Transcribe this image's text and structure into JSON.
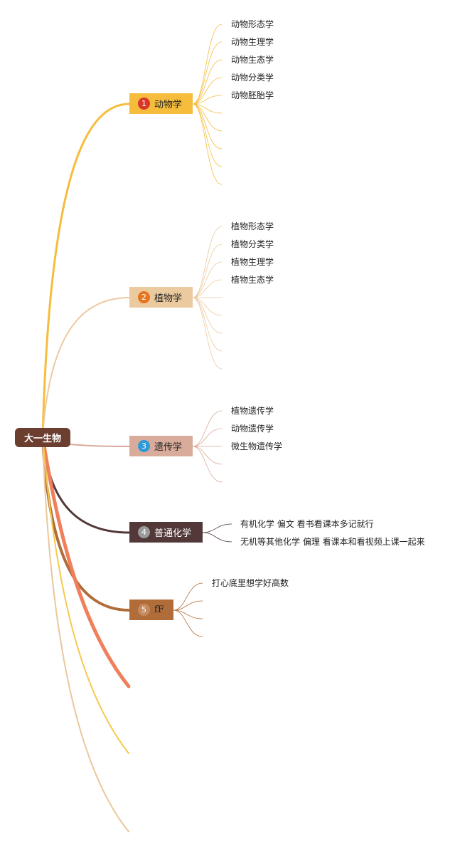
{
  "root": {
    "label": "大一生物"
  },
  "branches": [
    {
      "number": "1",
      "label": "动物学",
      "color": "#f6bd3c",
      "badge_color": "#d9362a",
      "leaves": [
        "动物形态学",
        "动物生理学",
        "动物生态学",
        "动物分类学",
        "动物胚胎学"
      ]
    },
    {
      "number": "2",
      "label": "植物学",
      "color": "#eccaa0",
      "badge_color": "#e8741f",
      "leaves": [
        "植物形态学",
        "植物分类学",
        "植物生理学",
        "植物生态学"
      ]
    },
    {
      "number": "3",
      "label": "遗传学",
      "color": "#d9ab9b",
      "badge_color": "#2f9ad8",
      "leaves": [
        "植物遗传学",
        "动物遗传学",
        "微生物遗传学"
      ]
    },
    {
      "number": "4",
      "label": "普通化学",
      "color": "#533839",
      "badge_color": "#9a9a9a",
      "leaves": [
        "有机化学 偏文 看书看课本多记就行",
        "无机等其他化学 偏理 看课本和看视频上课一起来"
      ]
    },
    {
      "number": "5",
      "label": "fF",
      "color": "#b06d3a",
      "badge_color": "#c48a5e",
      "leaves": [
        "打心底里想学好高数"
      ]
    }
  ]
}
